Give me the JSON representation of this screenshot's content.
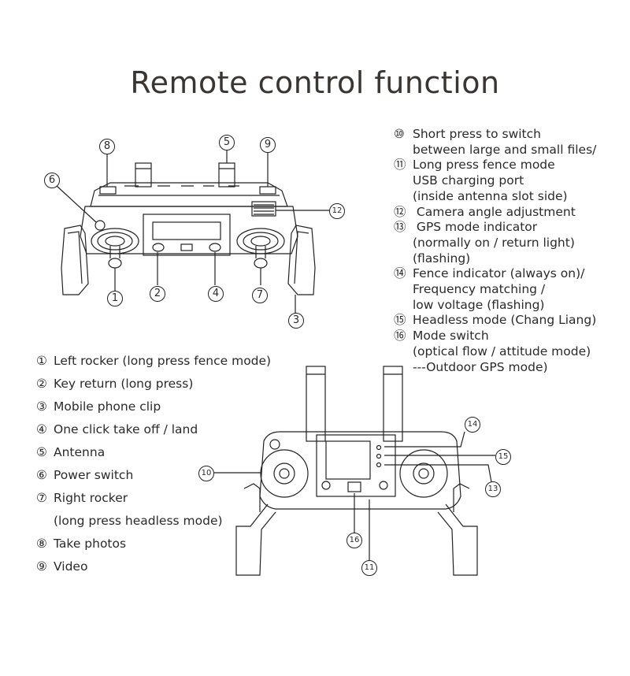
{
  "title": "Remote control function",
  "right_list": [
    {
      "num": "⑩",
      "lines": [
        "Short press to switch",
        "between large and small files/"
      ]
    },
    {
      "num": "⑪",
      "lines": [
        "Long press fence mode",
        "USB charging port",
        "(inside antenna slot side)"
      ]
    },
    {
      "num": "⑫",
      "lines": [
        " Camera angle adjustment"
      ]
    },
    {
      "num": "⑬",
      "lines": [
        " GPS mode indicator",
        "(normally on / return light)",
        "(flashing)"
      ]
    },
    {
      "num": "⑭",
      "lines": [
        "Fence indicator (always on)/",
        "Frequency matching /",
        "low voltage (flashing)"
      ]
    },
    {
      "num": "⑮",
      "lines": [
        "Headless mode (Chang Liang)"
      ]
    },
    {
      "num": "⑯",
      "lines": [
        "Mode switch",
        "(optical flow / attitude mode)",
        "---Outdoor GPS mode)"
      ]
    }
  ],
  "left_list": [
    {
      "num": "①",
      "text": "Left rocker (long press fence mode)"
    },
    {
      "num": "②",
      "text": "Key return (long press)"
    },
    {
      "num": "③",
      "text": "Mobile phone clip"
    },
    {
      "num": "④",
      "text": "One click take off / land"
    },
    {
      "num": "⑤",
      "text": "Antenna"
    },
    {
      "num": "⑥",
      "text": "Power switch"
    },
    {
      "num": "⑦",
      "text": "Right rocker"
    },
    {
      "num": "",
      "text": "(long press headless mode)"
    },
    {
      "num": "⑧",
      "text": "Take photos"
    },
    {
      "num": "⑨",
      "text": "Video"
    }
  ],
  "callouts_top": [
    "8",
    "5",
    "9",
    "6",
    "12",
    "1",
    "2",
    "4",
    "7",
    "3"
  ],
  "callouts_bottom": [
    "14",
    "15",
    "13",
    "10",
    "16",
    "11"
  ]
}
